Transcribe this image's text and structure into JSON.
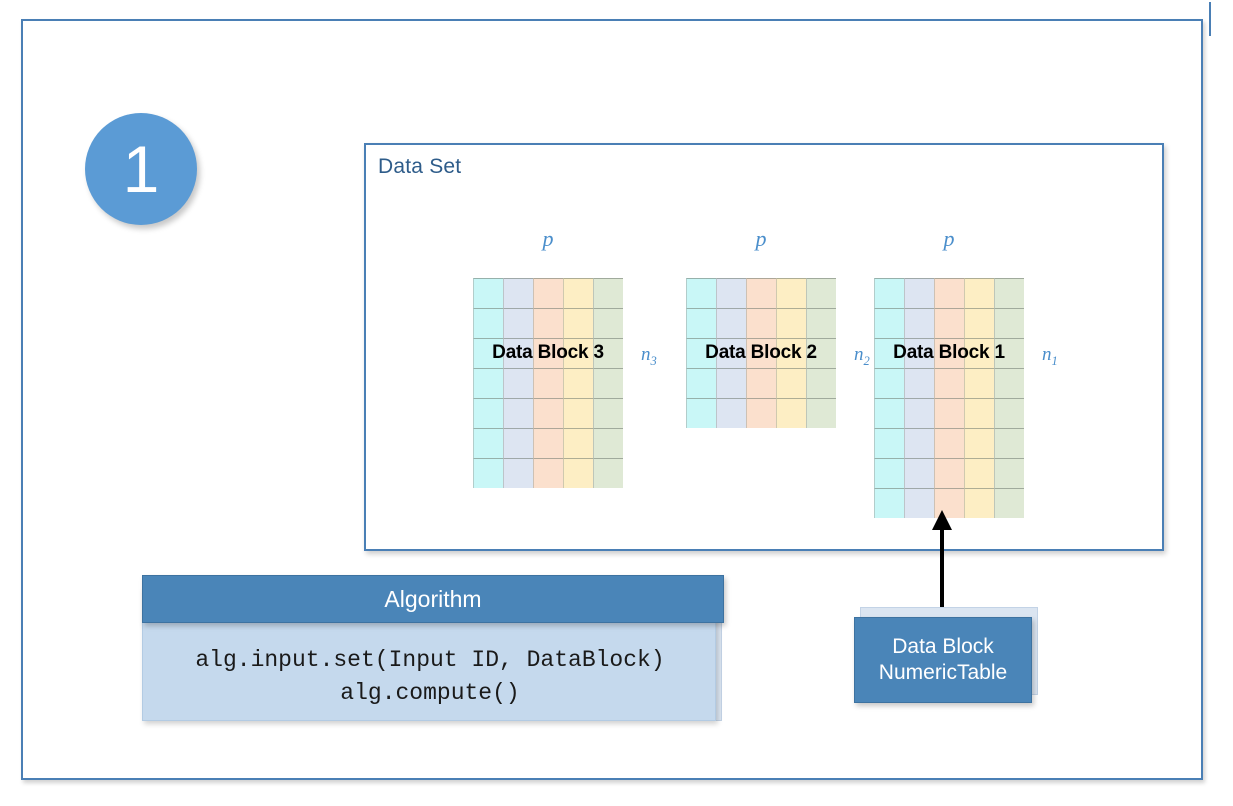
{
  "frame": {
    "accent_color": "#4a7fb5"
  },
  "step": {
    "number": "1",
    "color": "#5b9bd5"
  },
  "dataset": {
    "title": "Data Set",
    "title_color": "#2e5c8a",
    "column_colors": [
      "#c9f7f7",
      "#dde5f2",
      "#fbe0cd",
      "#fdeec4",
      "#dfe9d5"
    ],
    "blocks": [
      {
        "label": "Data Block 3",
        "p_label": "p",
        "n_label": "n",
        "n_subscript": "3",
        "columns": 5,
        "rows": 7
      },
      {
        "label": "Data Block 2",
        "p_label": "p",
        "n_label": "n",
        "n_subscript": "2",
        "columns": 5,
        "rows": 5
      },
      {
        "label": "Data Block 1",
        "p_label": "p",
        "n_label": "n",
        "n_subscript": "1",
        "columns": 5,
        "rows": 8
      }
    ]
  },
  "algorithm": {
    "title": "Algorithm",
    "header_color": "#4a85b8",
    "body_color": "#c5d9ed",
    "code_line_1": "alg.input.set(Input ID, DataBlock)",
    "code_line_2": "alg.compute()"
  },
  "callout": {
    "line_1": "Data Block",
    "line_2": "NumericTable",
    "color": "#4a85b8"
  },
  "arrow": {
    "direction": "up",
    "color": "#000000"
  }
}
